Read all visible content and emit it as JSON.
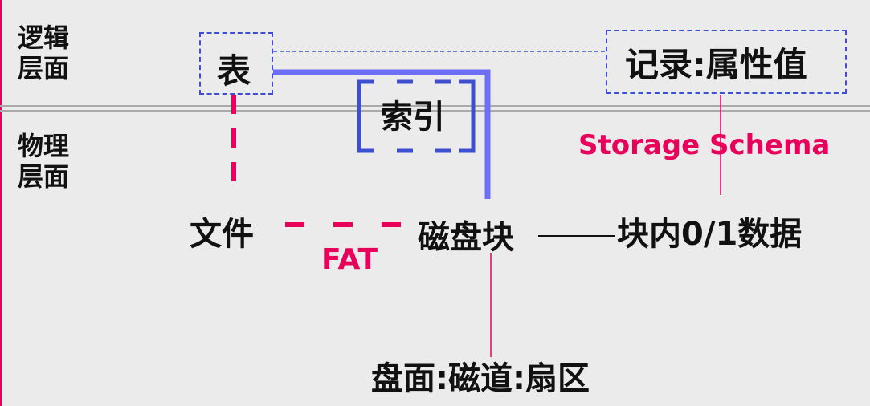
{
  "colors": {
    "background": "#ebebeb",
    "text": "#111111",
    "accent_pink": "#e8005a",
    "box_blue": "#3d4fd0",
    "path_blue": "#6e6ef5",
    "divider": "#aaaaaa",
    "left_edge": "#e8005a"
  },
  "side_labels": {
    "logical_line1": "逻辑",
    "logical_line2": "层面",
    "physical_line1": "物理",
    "physical_line2": "层面"
  },
  "nodes": {
    "table": "表",
    "record": "记录:属性值",
    "index": "索引",
    "storage_schema": "Storage Schema",
    "file": "文件",
    "fat": "FAT",
    "disk_block": "磁盘块",
    "block_data": "块内0/1数据",
    "disk_address": "盘面:磁道:扇区"
  }
}
